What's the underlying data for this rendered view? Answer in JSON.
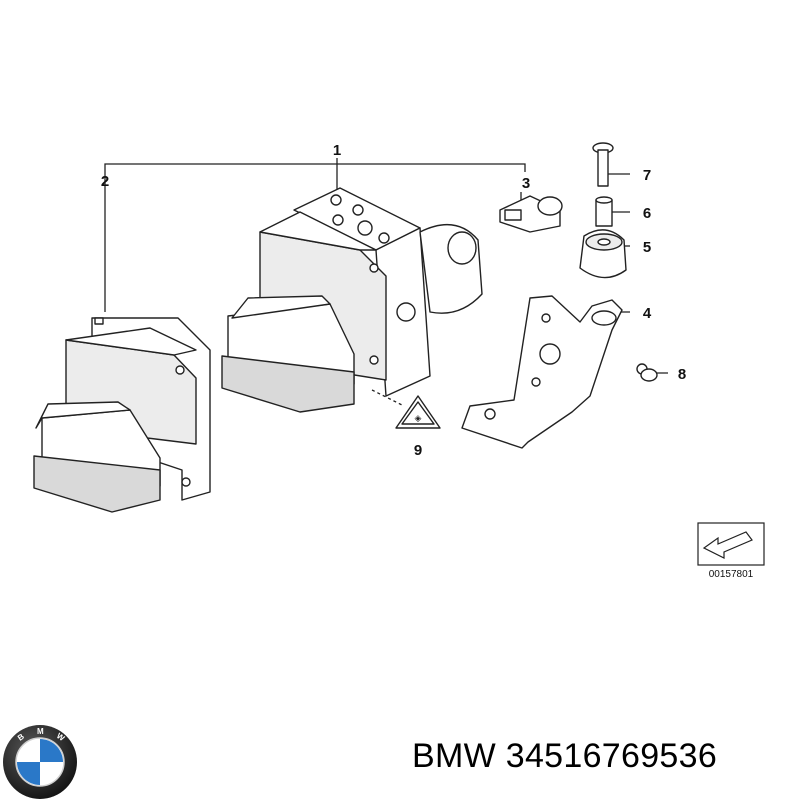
{
  "callouts": [
    "1",
    "2",
    "3",
    "4",
    "5",
    "6",
    "7",
    "8",
    "9"
  ],
  "reference_code": "00157801",
  "caption": {
    "brand": "BMW",
    "part_number": "34516769536"
  },
  "logo": {
    "text": "BMW",
    "colors": {
      "ring": "#1c1c1c",
      "blue": "#2a78c8",
      "white": "#ffffff"
    }
  }
}
